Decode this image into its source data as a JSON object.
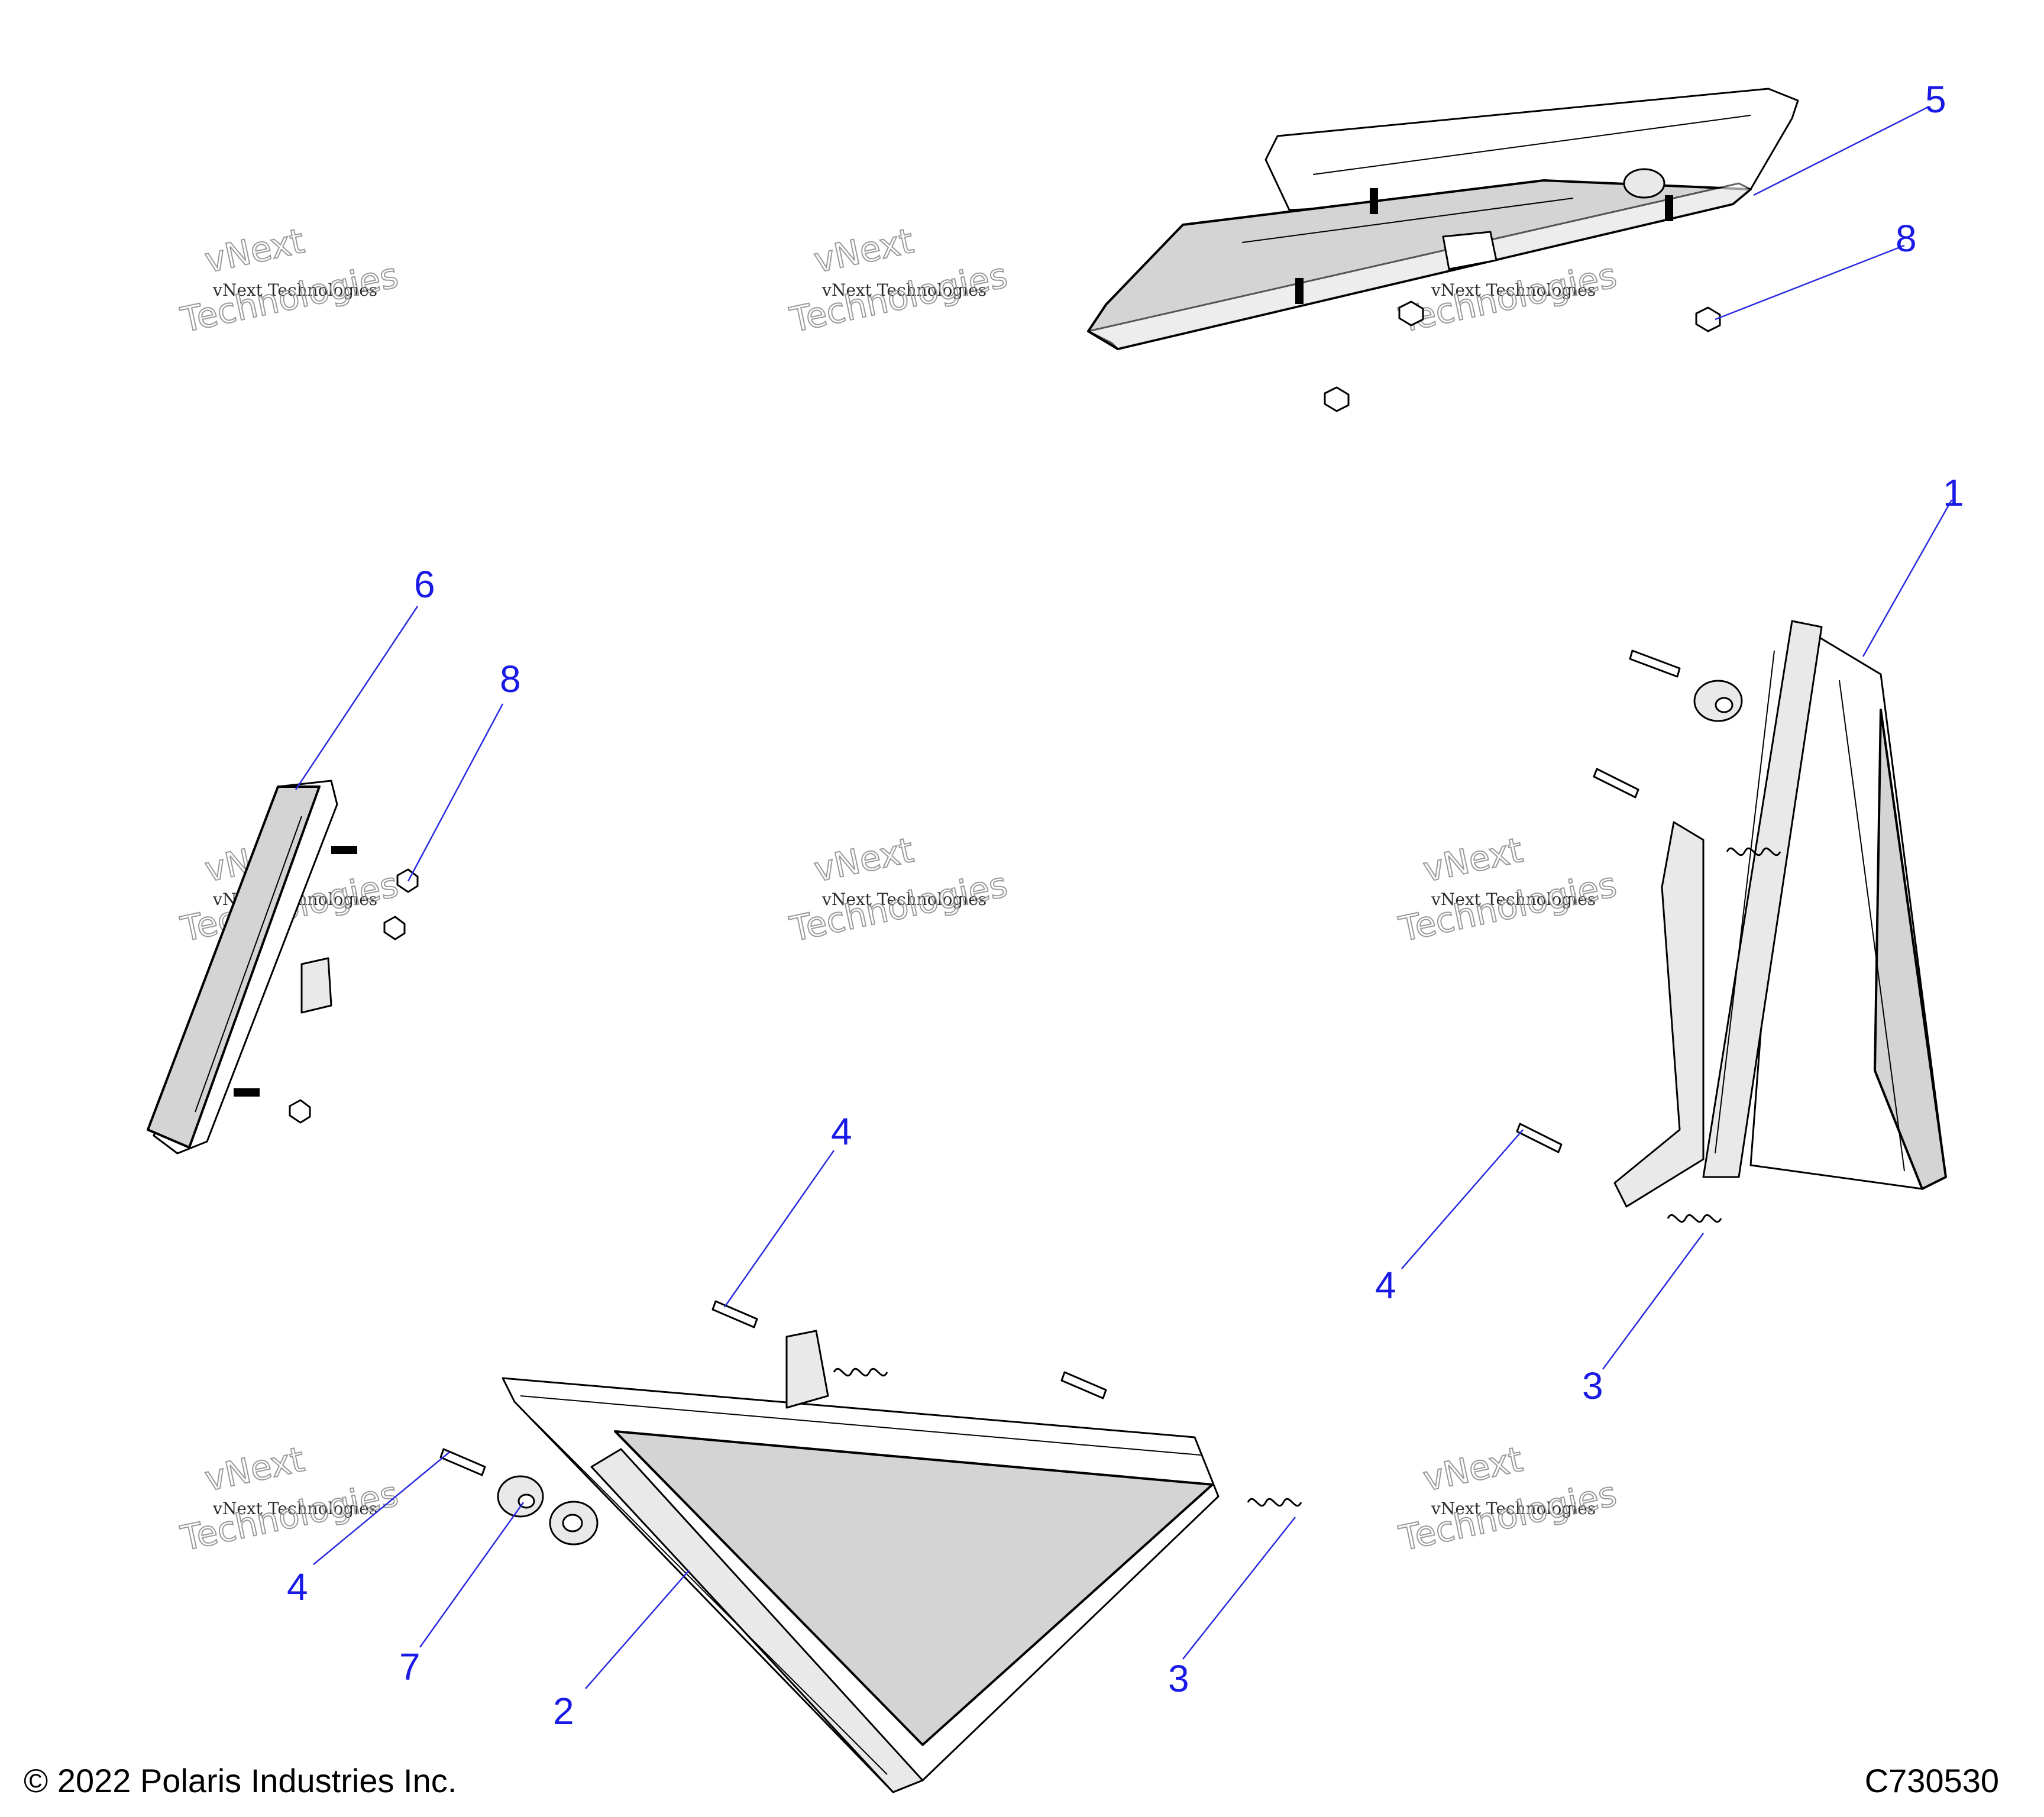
{
  "footer": {
    "copyright": "© 2022 Polaris Industries Inc.",
    "drawing_number": "C730530"
  },
  "watermark": {
    "line1": "vNext Technologies",
    "word1": "vNext",
    "word2": "Technologies"
  },
  "callouts": {
    "c1": "1",
    "c2": "2",
    "c3a": "3",
    "c3b": "3",
    "c4a": "4",
    "c4b": "4",
    "c4c": "4",
    "c5": "5",
    "c6": "6",
    "c7": "7",
    "c8a": "8",
    "c8b": "8"
  },
  "colors": {
    "callout": "#1a1ae6",
    "part_fill": "#d4d4d4",
    "watermark": "#9a9a9a"
  }
}
